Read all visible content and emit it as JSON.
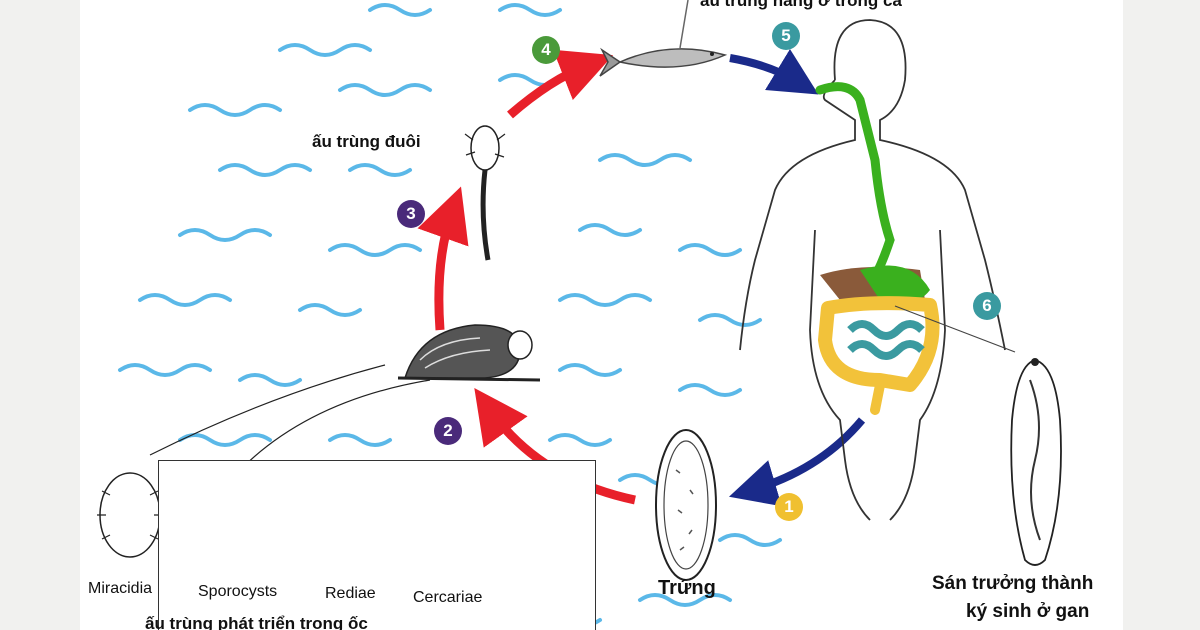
{
  "title_partial": "ấu trùng nang ở trong cá",
  "labels": {
    "cercaria_tail": "ấu trùng đuôi",
    "eggs": "Trứng",
    "adult_line1": "Sán trưởng thành",
    "adult_line2": "ký sinh ở gan"
  },
  "steps": [
    {
      "num": "1",
      "color": "#f0c030"
    },
    {
      "num": "2",
      "color": "#4a2a7a"
    },
    {
      "num": "3",
      "color": "#4a2a7a"
    },
    {
      "num": "4",
      "color": "#4a9a3a"
    },
    {
      "num": "5",
      "color": "#3a9aa0"
    },
    {
      "num": "6",
      "color": "#3a9aa0"
    }
  ],
  "inset": {
    "stages": [
      "Miracidia",
      "Sporocysts",
      "Rediae",
      "Cercariae"
    ],
    "caption": "ấu trùng phát triển trong ốc"
  },
  "colors": {
    "water": "#5bb8e8",
    "red_arrow": "#e8202a",
    "blue_arrow": "#1a2a8a",
    "digestive_green": "#3ab01e",
    "intestine_yellow": "#f2c23a",
    "intestine_teal": "#3a9aa0",
    "liver_brown": "#8a5a3a"
  }
}
